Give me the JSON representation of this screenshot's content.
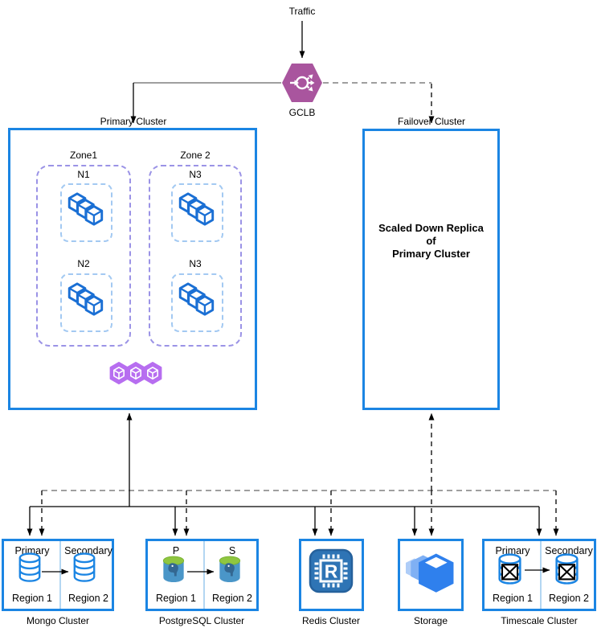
{
  "colors": {
    "cluster_border": "#1b85e3",
    "zone_border": "#9b93e6",
    "node_border": "#a3c9f2",
    "cube_blue": "#1a6fd4",
    "gke_purple": "#b76ef0",
    "gclb_purple": "#a9559e",
    "postgres_green": "#8fc640",
    "postgres_body": "#4a96c8",
    "postgres_logo": "#336791",
    "redis_blue": "#2e74b5",
    "storage_blue": "#2f80ed",
    "divider_blue": "#b3d6f2",
    "connector_gray": "#666666"
  },
  "top": {
    "traffic_label": "Traffic",
    "gclb_label": "GCLB"
  },
  "primary_cluster": {
    "label": "Primary Cluster",
    "zones": [
      {
        "label": "Zone1",
        "nodes": [
          {
            "label": "N1"
          },
          {
            "label": "N2"
          }
        ]
      },
      {
        "label": "Zone 2",
        "nodes": [
          {
            "label": "N3"
          },
          {
            "label": "N3"
          }
        ]
      }
    ]
  },
  "failover_cluster": {
    "label": "Failover Cluster",
    "line1": "Scaled Down Replica",
    "line2": "of",
    "line3": "Primary Cluster"
  },
  "clusters": {
    "mongo": {
      "label": "Mongo Cluster",
      "left_role": "Primary",
      "right_role": "Secondary",
      "left_region": "Region 1",
      "right_region": "Region 2"
    },
    "postgres": {
      "label": "PostgreSQL Cluster",
      "left_role": "P",
      "right_role": "S",
      "left_region": "Region 1",
      "right_region": "Region 2"
    },
    "redis": {
      "label": "Redis Cluster",
      "letter": "R"
    },
    "storage": {
      "label": "Storage"
    },
    "timescale": {
      "label": "Timescale Cluster",
      "left_role": "Primary",
      "right_role": "Secondary",
      "left_region": "Region 1",
      "right_region": "Region 2"
    }
  }
}
